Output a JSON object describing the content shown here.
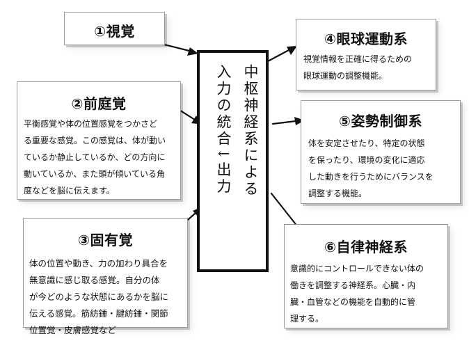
{
  "diagram": {
    "central": {
      "line1": "中枢神経系による",
      "line2": "入力の統合↓出力"
    },
    "boxes": [
      {
        "id": "visual",
        "title": "①視覚",
        "description": ""
      },
      {
        "id": "vestibular",
        "title": "②前庭覚",
        "description": "平衡感覚や体の位置感覚をつかさど\nる重要な感覚。この感覚は、体が動い\nているか静止しているか、どの方向に\n動いているか、また頭が傾いている角\n度などを脳に伝えます。"
      },
      {
        "id": "proprioception",
        "title": "③固有覚",
        "description": "体の位置や動き、力の加わり具合を\n無意識に感じ取る感覚。自分の体\nが今どのような状態にあるかを脳に\n伝える感覚。筋紡錘・腱紡錘・関節\n位置覚・皮膚感覚など"
      },
      {
        "id": "eye-movement",
        "title": "④眼球運動系",
        "description": "視覚情報を正確に得るための\n眼球運動の調整機能。"
      },
      {
        "id": "posture",
        "title": "⑤姿勢制御系",
        "description": "体を安定させたり、特定の状態\nを保ったり、環境の変化に適応\nした動きを行うためにバランスを\n調整する機能。"
      },
      {
        "id": "autonomic",
        "title": "⑥自律神経系",
        "description": "意識的にコントロールできない体の\n働きを調整する神経系。心臓・内\n臓・血管などの機能を自動的に管\n理する。"
      }
    ]
  }
}
